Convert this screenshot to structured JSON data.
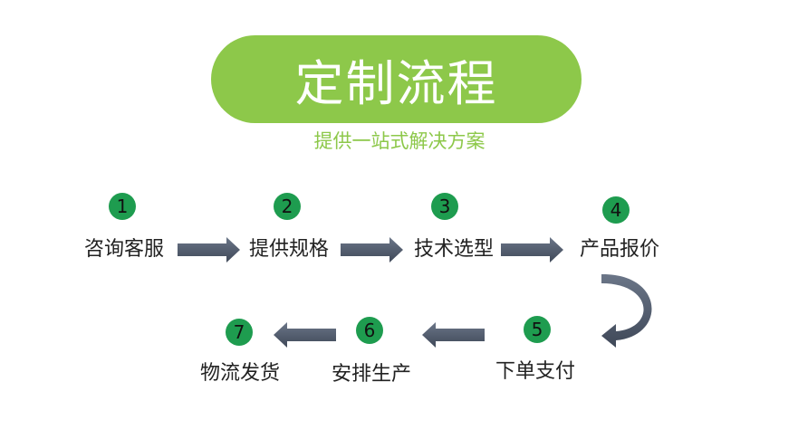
{
  "header": {
    "title": "定制流程",
    "subtitle": "提供一站式解决方案"
  },
  "steps": [
    {
      "num": "1",
      "label": "咨询客服"
    },
    {
      "num": "2",
      "label": "提供规格"
    },
    {
      "num": "3",
      "label": "技术选型"
    },
    {
      "num": "4",
      "label": "产品报价"
    },
    {
      "num": "5",
      "label": "下单支付"
    },
    {
      "num": "6",
      "label": "安排生产"
    },
    {
      "num": "7",
      "label": "物流发货"
    }
  ],
  "colors": {
    "accent_green": "#8dc84a",
    "badge_green": "#1e9c4f",
    "arrow_gray": "#4d5768"
  }
}
